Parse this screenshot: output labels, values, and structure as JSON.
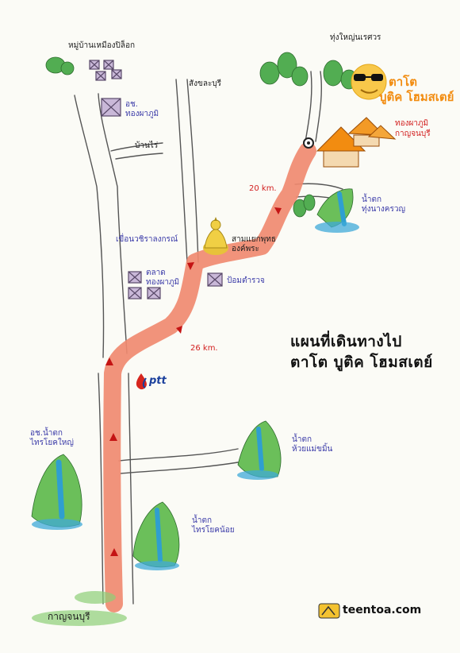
{
  "map": {
    "title_line1": "แผนที่เดินทางไป",
    "title_line2": "ตาโต บูติค โฮมสเตย์",
    "brand_line1": "ตาโต",
    "brand_line2": "บูติค โฮมสเตย์",
    "logo_text": "teentoa.com",
    "ptt_text": "ptt",
    "colors": {
      "route": "#f08a70",
      "arrow": "#c41414",
      "road": "#555555",
      "water": "#2f9fd0",
      "tree": "#4aa84a",
      "roof": "#f28c10"
    },
    "labels": {
      "top_left": "หมู่บ้านเหมืองปิล็อก",
      "top_right": "ทุ่งใหญ่นเรศวร",
      "sangkhlaburi": "สังขละบุรี",
      "district_office_1": "อช.",
      "district_office_2": "ทองผาภูมิ",
      "ban_rai": "บ้านไร่",
      "dam": "เขื่อนวชิราลงกรณ์",
      "market_1": "ตลาด",
      "market_2": "ทองผาภูมิ",
      "junction_1": "สามแยกพุทธ",
      "junction_2": "องค์พระ",
      "police": "ป้อมตำรวจ",
      "homestay_1": "ทองผาภูมิ",
      "homestay_2": "กาญจนบุรี",
      "falls_1_1": "น้ำตก",
      "falls_1_2": "ทุ่งนางครวญ",
      "falls_2_1": "น้ำตก",
      "falls_2_2": "ห้วยแม่ขมิ้น",
      "park_1": "อช.น้ำตก",
      "park_2": "ไทรโยคใหญ่",
      "falls_3_1": "น้ำตก",
      "falls_3_2": "ไทรโยคน้อย",
      "bottom_left": "กาญจนบุรี",
      "km_20": "20 km.",
      "km_26": "26 km."
    }
  }
}
